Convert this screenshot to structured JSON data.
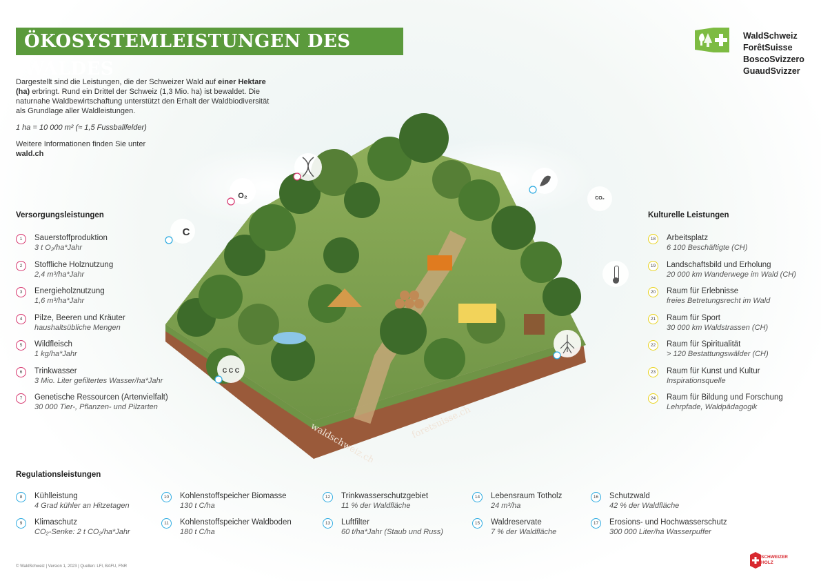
{
  "title": "ÖKOSYSTEMLEISTUNGEN DES WALDES",
  "intro": {
    "p1_a": "Dargestellt sind die Leistungen, die der Schweizer Wald auf ",
    "p1_bold": "einer Hektare (ha)",
    "p1_b": " erbringt. Rund ein Drittel der Schweiz (1,3 Mio. ha) ist bewaldet. Die naturnahe Waldbewirtschaftung unterstützt den Erhalt der Waldbiodiversität als Grundlage aller Waldleistungen.",
    "p2": "1 ha = 10 000 m² (≈ 1,5 Fussballfelder)",
    "p3": "Weitere Informationen finden Sie unter",
    "link": "wald.ch"
  },
  "logo": {
    "names": [
      "WaldSchweiz",
      "ForêtSuisse",
      "BoscoSvizzero",
      "GuaudSvizzer"
    ]
  },
  "versorgung": {
    "title": "Versorgungsleistungen",
    "color": "#d6336c",
    "items": [
      {
        "num": "1",
        "name": "Sauerstoffproduktion",
        "value": "3 t O₂/ha*Jahr"
      },
      {
        "num": "2",
        "name": "Stoffliche Holznutzung",
        "value": "2,4 m³/ha*Jahr"
      },
      {
        "num": "3",
        "name": "Energieholznutzung",
        "value": "1,6 m³/ha*Jahr"
      },
      {
        "num": "4",
        "name": "Pilze, Beeren und Kräuter",
        "value": "haushaltsübliche Mengen"
      },
      {
        "num": "5",
        "name": "Wildfleisch",
        "value": "1 kg/ha*Jahr"
      },
      {
        "num": "6",
        "name": "Trinkwasser",
        "value": "3 Mio. Liter gefiltertes Wasser/ha*Jahr"
      },
      {
        "num": "7",
        "name": "Genetische Ressourcen (Artenvielfalt)",
        "value": "30 000 Tier-, Pflanzen- und Pilzarten"
      }
    ]
  },
  "kulturell": {
    "title": "Kulturelle Leistungen",
    "color": "#e8d21a",
    "items": [
      {
        "num": "18",
        "name": "Arbeitsplatz",
        "value": "6 100 Beschäftigte (CH)"
      },
      {
        "num": "19",
        "name": "Landschaftsbild und Erholung",
        "value": "20 000 km Wanderwege im Wald (CH)"
      },
      {
        "num": "20",
        "name": "Raum für Erlebnisse",
        "value": "freies Betretungsrecht im Wald"
      },
      {
        "num": "21",
        "name": "Raum für Sport",
        "value": "30 000 km Waldstrassen (CH)"
      },
      {
        "num": "22",
        "name": "Raum für Spiritualität",
        "value": "> 120 Bestattungswälder (CH)"
      },
      {
        "num": "23",
        "name": "Raum für Kunst und Kultur",
        "value": "Inspirationsquelle"
      },
      {
        "num": "24",
        "name": "Raum für Bildung und Forschung",
        "value": "Lehrpfade, Waldpädagogik"
      }
    ]
  },
  "regulation": {
    "title": "Regulationsleistungen",
    "color": "#29a9e0",
    "columns": [
      [
        {
          "num": "8",
          "name": "Kühlleistung",
          "value": "4 Grad kühler an Hitzetagen"
        },
        {
          "num": "9",
          "name": "Klimaschutz",
          "value": "CO₂-Senke: 2 t CO₂/ha*Jahr"
        }
      ],
      [
        {
          "num": "10",
          "name": "Kohlenstoffspeicher Biomasse",
          "value": "130 t C/ha"
        },
        {
          "num": "11",
          "name": "Kohlenstoffspeicher Waldboden",
          "value": "180 t C/ha"
        }
      ],
      [
        {
          "num": "12",
          "name": "Trinkwasserschutzgebiet",
          "value": "11 % der Waldfläche"
        },
        {
          "num": "13",
          "name": "Luftfilter",
          "value": "60 t/ha*Jahr (Staub und Russ)"
        }
      ],
      [
        {
          "num": "14",
          "name": "Lebensraum Totholz",
          "value": "24 m³/ha"
        },
        {
          "num": "15",
          "name": "Waldreservate",
          "value": "7 % der Waldfläche"
        }
      ],
      [
        {
          "num": "16",
          "name": "Schutzwald",
          "value": "42 % der Waldfläche"
        },
        {
          "num": "17",
          "name": "Erosions- und Hochwasserschutz",
          "value": "300 000 Liter/ha Wasserpuffer"
        }
      ]
    ]
  },
  "illustration": {
    "soil_text_left": "waldschweiz.ch",
    "soil_text_right": "foretsuisse.ch",
    "icon_o2": "O₂",
    "icon_c": "C",
    "icon_co2": "CO₂",
    "icon_ccc": "C C C"
  },
  "footer": "© WaldSchweiz | Version 1, 2023 | Quellen: LFI, BAFU, FNR",
  "schweizer_holz": [
    "SCHWEIZER",
    "HOLZ"
  ]
}
